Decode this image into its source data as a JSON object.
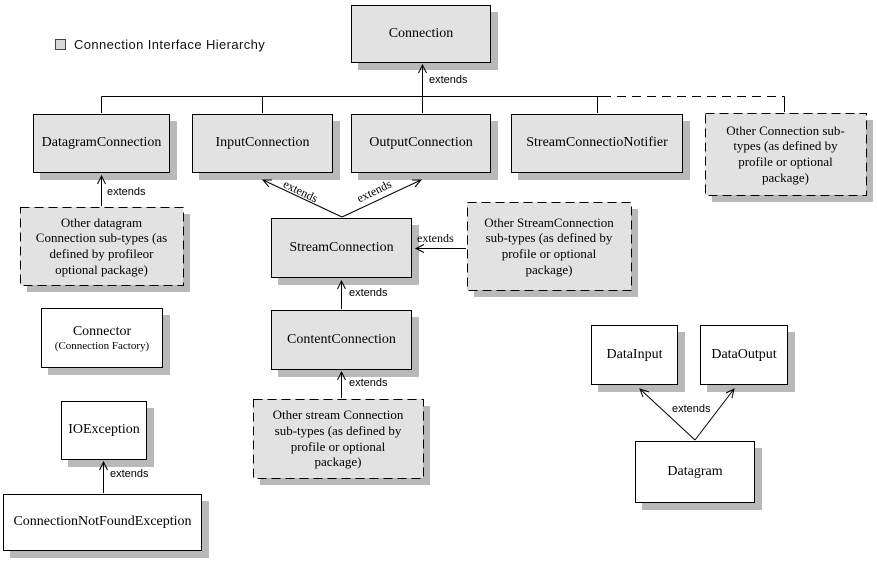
{
  "legend": {
    "title": "Connection Interface Hierarchy"
  },
  "nodes": {
    "connection": {
      "label": "Connection"
    },
    "datagramConnection": {
      "label": "DatagramConnection"
    },
    "inputConnection": {
      "label": "InputConnection"
    },
    "outputConnection": {
      "label": "OutputConnection"
    },
    "streamConnectioNotifier": {
      "label": "StreamConnectioNotifier"
    },
    "otherConnection": {
      "label": "Other Connection sub-\ntypes (as defined by\nprofile or optional\npackage)"
    },
    "otherDatagram": {
      "label": "Other datagram\nConnection sub-types (as\ndefined by profileor\noptional package)"
    },
    "streamConnection": {
      "label": "StreamConnection"
    },
    "otherStreamConnection": {
      "label": "Other StreamConnection\nsub-types (as defined by\nprofile or optional\npackage)"
    },
    "connector": {
      "label": "Connector",
      "sublabel": "(Connection Factory)"
    },
    "contentConnection": {
      "label": "ContentConnection"
    },
    "otherStream": {
      "label": "Other stream Connection\nsub-types (as defined by\nprofile or optional\npackage)"
    },
    "ioException": {
      "label": "IOException"
    },
    "connectionNotFoundException": {
      "label": "ConnectionNotFoundException"
    },
    "dataInput": {
      "label": "DataInput"
    },
    "dataOutput": {
      "label": "DataOutput"
    },
    "datagram": {
      "label": "Datagram"
    }
  },
  "edges": {
    "extends": "extends"
  },
  "colors": {
    "box_fill": "#e2e2e2",
    "box_shadow": "#b9b9b9",
    "border": "#000000",
    "background": "#ffffff"
  }
}
